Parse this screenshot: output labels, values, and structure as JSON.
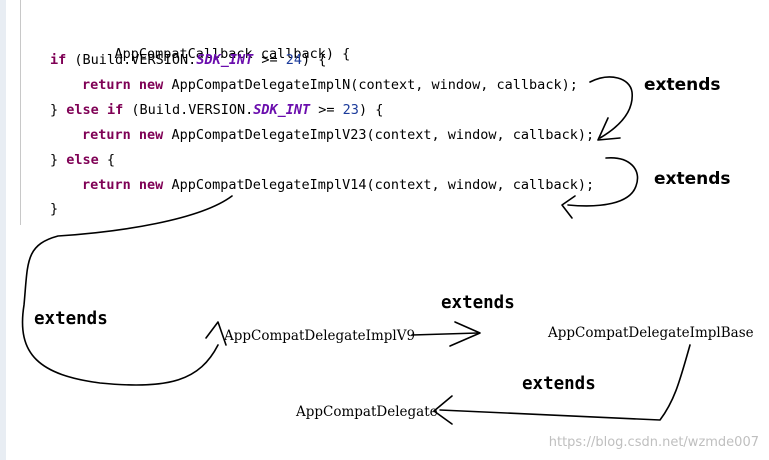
{
  "code": {
    "line0": "AppCompatCallback callback) {",
    "if_kw": "if",
    "build_prefix": " (Build.VERSION.",
    "sdk_const": "SDK_INT",
    "cmp_op": " >= ",
    "num_24": "24",
    "after_num": ") {",
    "return_kw": "return",
    "new_kw": "new",
    "call_n": " AppCompatDelegateImplN(context, window, callback);",
    "close_brace": "}",
    "else_kw": "else",
    "num_23": "23",
    "call_v23": " AppCompatDelegateImplV23(context, window, callback);",
    "open_brace": " {",
    "call_v14": " AppCompatDelegateImplV14(context, window, callback);",
    "final_brace": "}"
  },
  "annotations": {
    "extends_1": "extends",
    "extends_2": "extends",
    "extends_3": "extends",
    "extends_4": "extends",
    "extends_5": "extends"
  },
  "classes": {
    "v9": "AppCompatDelegateImplV9",
    "base": "AppCompatDelegateImplBase",
    "delegate": "AppCompatDelegate"
  },
  "watermark": "https://blog.csdn.net/wzmde007"
}
